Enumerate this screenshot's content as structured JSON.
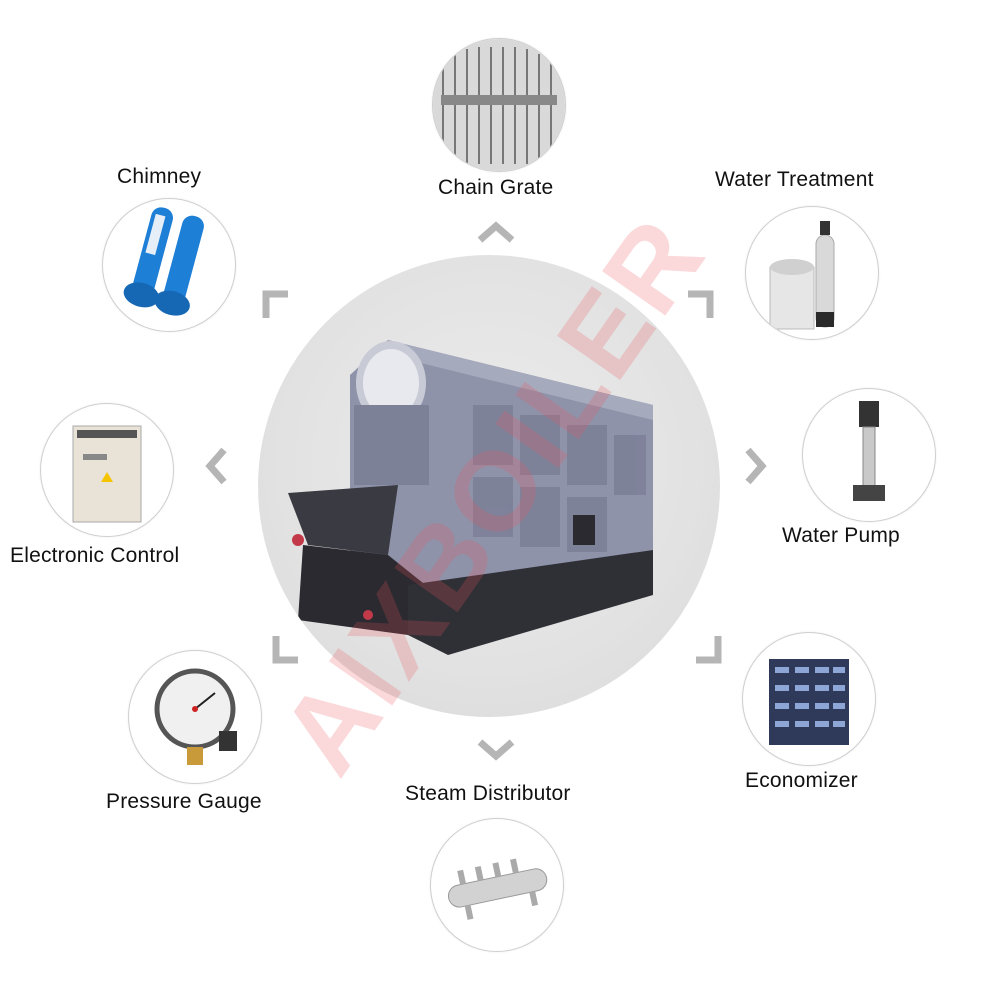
{
  "components": {
    "chain_grate": "Chain Grate",
    "chimney": "Chimney",
    "water_treatment": "Water Treatment",
    "electronic_control": "Electronic Control",
    "water_pump": "Water Pump",
    "pressure_gauge": "Pressure Gauge",
    "economizer": "Economizer",
    "steam_distributor": "Steam Distributor"
  },
  "watermark": "AIXBOILER",
  "colors": {
    "chevron": "#b5b5b5",
    "watermark": "#eb505a",
    "pipe_blue": "#1e7fd6",
    "boiler_body": "#8a8fa6"
  }
}
